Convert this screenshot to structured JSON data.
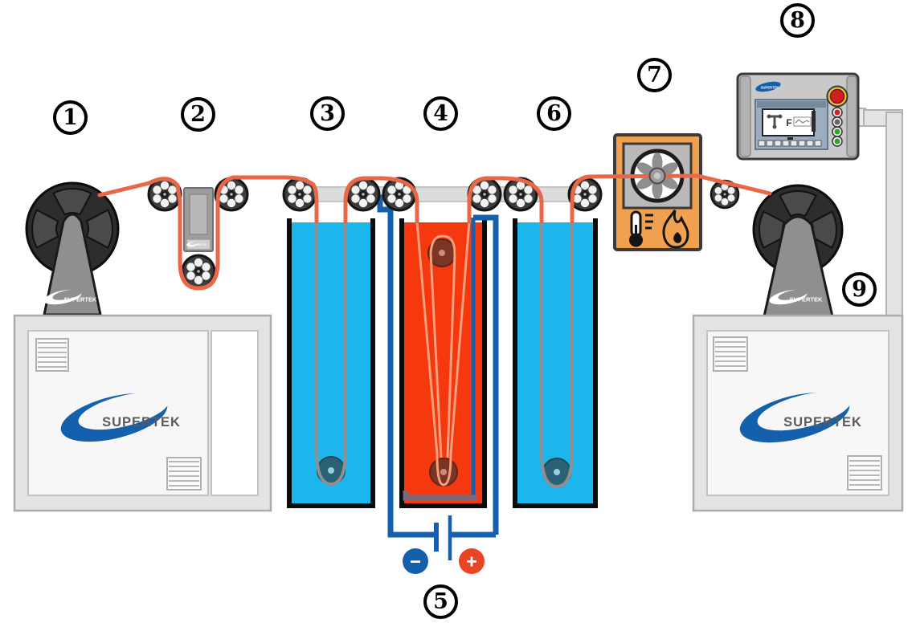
{
  "brand": {
    "name": "SUPERTEK"
  },
  "badges": [
    {
      "num": "1"
    },
    {
      "num": "2"
    },
    {
      "num": "3"
    },
    {
      "num": "4"
    },
    {
      "num": "5"
    },
    {
      "num": "6"
    },
    {
      "num": "7"
    },
    {
      "num": "8"
    },
    {
      "num": "9"
    }
  ],
  "hmi": {
    "screen_label": "F"
  },
  "power_supply": {
    "negative_symbol": "−",
    "positive_symbol": "+"
  },
  "colors": {
    "wire": "#E96746",
    "rinse_bath": "#1CB5EC",
    "plating_bath": "#F5380E",
    "heater_box": "#F0A04E",
    "negative_terminal": "#1460AD",
    "positive_terminal": "#EA4425",
    "brand_blue": "#1560AC"
  }
}
